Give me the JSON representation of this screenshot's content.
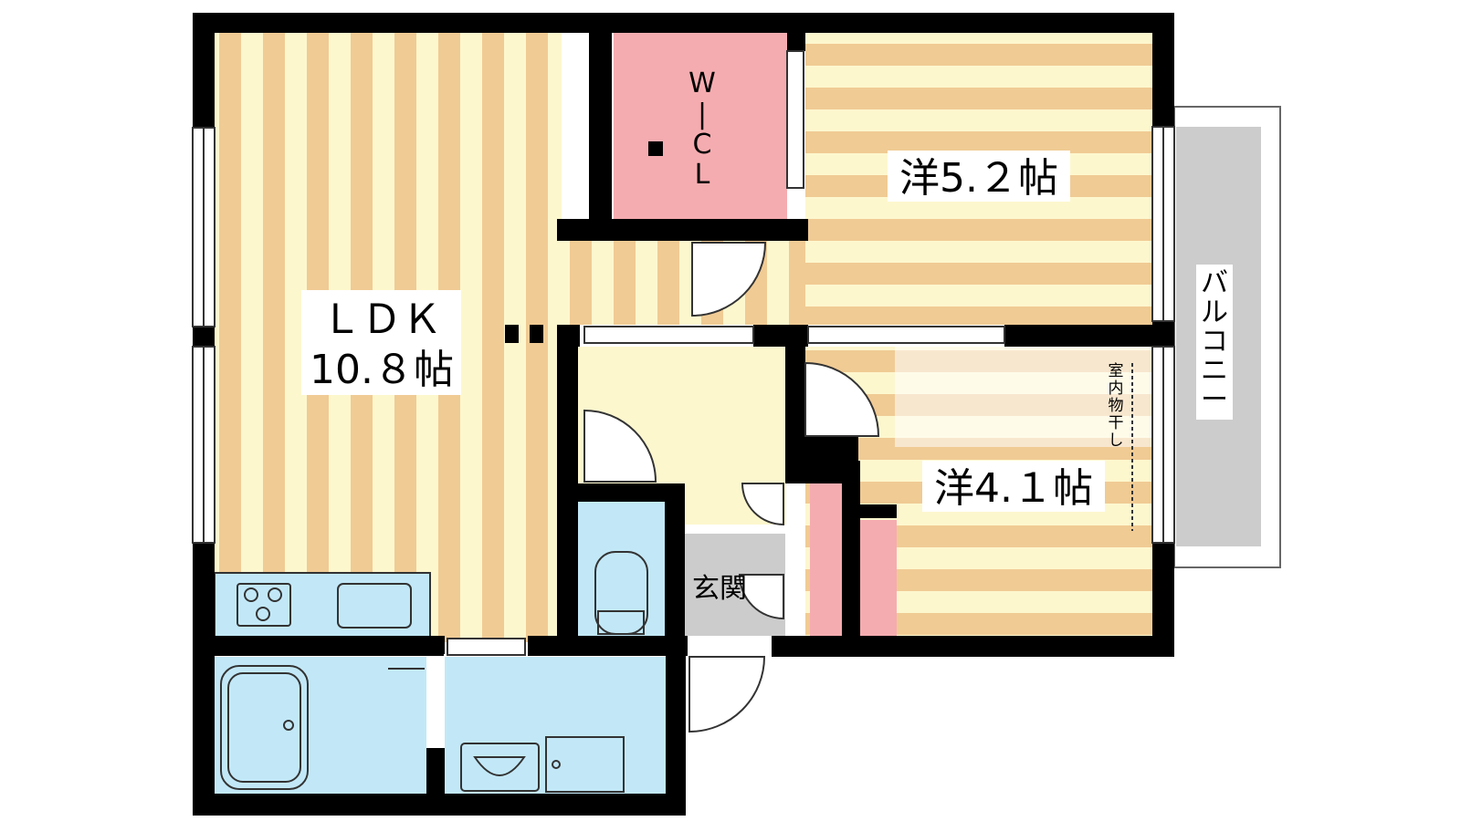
{
  "rooms": {
    "ldk": {
      "line1": "ＬＤＫ",
      "line2": "10.８帖"
    },
    "western_a": "洋5.２帖",
    "western_b": "洋4.１帖",
    "wic": [
      "W",
      "|",
      "C",
      "L"
    ],
    "entrance": "玄関",
    "balcony": [
      "バ",
      "ル",
      "コ",
      "ニ",
      "ー"
    ],
    "indoor_drying": [
      "室",
      "内",
      "物",
      "干",
      "し"
    ]
  },
  "colors": {
    "wall": "#000000",
    "floor_wood_light": "#FDF7CE",
    "floor_wood_dark": "#F0CB94",
    "closet": "#F5ACB0",
    "wet_area": "#C2E8F7",
    "entrance_floor": "#CCCCCC",
    "balcony": "#CCCCCC"
  }
}
